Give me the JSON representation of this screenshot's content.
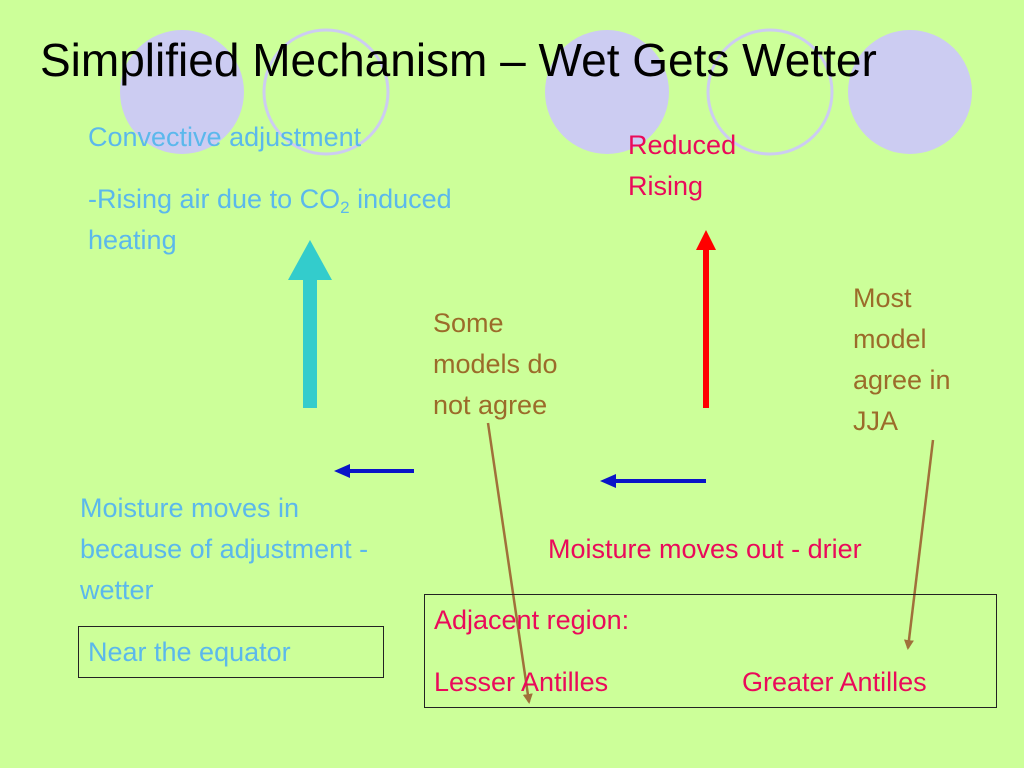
{
  "slide": {
    "background": "#ccff99",
    "title": "Simplified Mechanism – Wet Gets Wetter",
    "colors": {
      "cyan_text": "#5bb8ec",
      "pink_text": "#ea0a5a",
      "brown_text": "#9b6b2a",
      "cyan_arrow": "#33cccc",
      "red_arrow": "#ff0000",
      "blue_arrow": "#0a14c8",
      "brown_pointer": "#a0703a",
      "deco_circle": "#ccccf2"
    },
    "icons": {
      "up_arrow_left": "thick-up-arrow",
      "up_arrow_right": "red-up-arrow",
      "left_arrows": "blue-left-arrow",
      "pointers": "brown-pointer-arrow"
    }
  },
  "left": {
    "heading": "Convective adjustment",
    "rising_prefix": "-Rising air due to CO",
    "rising_sub": "2",
    "rising_suffix": " induced",
    "rising_line2": "heating",
    "moisture_line1": "Moisture moves in",
    "moisture_line2": "because of adjustment -",
    "moisture_line3": "wetter",
    "box_label": "Near the equator"
  },
  "right": {
    "reduced_line1": "Reduced",
    "reduced_line2": "Rising",
    "moisture_out": "Moisture moves out - drier"
  },
  "notes": {
    "some_line1": "Some",
    "some_line2": "models do",
    "some_line3": "not agree",
    "most_line1": "Most",
    "most_line2": "model",
    "most_line3": "agree in",
    "most_line4": "JJA"
  },
  "adjacent": {
    "heading": "Adjacent region:",
    "lesser": "Lesser Antilles",
    "greater": "Greater Antilles"
  }
}
